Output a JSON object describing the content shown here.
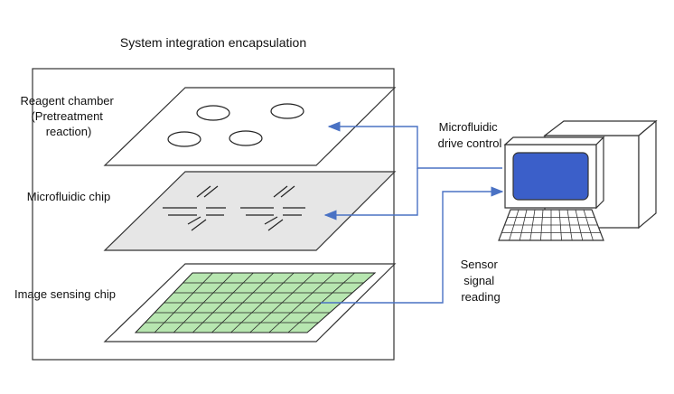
{
  "title": "System integration encapsulation",
  "layers": {
    "reagent_chamber": [
      "Reagent chamber",
      "(Pretreatment",
      "reaction)"
    ],
    "microfluidic_chip": "Microfluidic chip",
    "image_sensing_chip": "Image sensing chip"
  },
  "connections": {
    "drive_control": [
      "Microfluidic",
      "drive control"
    ],
    "signal_reading": [
      "Sensor",
      "signal",
      "reading"
    ]
  },
  "colors": {
    "frame": "#333333",
    "arrow": "#4a72c4",
    "plate_fill": "#e6e6e6",
    "sensor_grid": "#b7e6b0",
    "screen": "#3b5fc9",
    "computer_body": "#ffffff"
  }
}
